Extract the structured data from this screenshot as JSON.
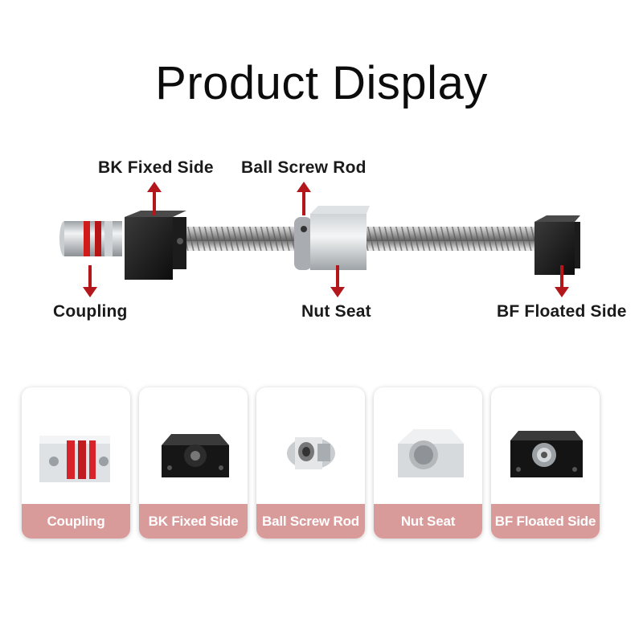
{
  "title": "Product Display",
  "assembly_labels": {
    "bk_fixed_side": "BK Fixed Side",
    "ball_screw_rod": "Ball Screw Rod",
    "coupling": "Coupling",
    "nut_seat": "Nut Seat",
    "bf_floated_side": "BF Floated Side"
  },
  "cards": [
    {
      "label": "Coupling",
      "icon": "coupling-icon"
    },
    {
      "label": "BK Fixed Side",
      "icon": "bk-fixed-side-icon"
    },
    {
      "label": "Ball Screw Rod",
      "icon": "ball-screw-nut-icon"
    },
    {
      "label": "Nut Seat",
      "icon": "nut-seat-icon"
    },
    {
      "label": "BF Floated Side",
      "icon": "bf-floated-side-icon"
    }
  ],
  "colors": {
    "arrow": "#b3171c",
    "card_caption_bg": "#d99a9a",
    "coupling_spider": "#d11a1a"
  }
}
